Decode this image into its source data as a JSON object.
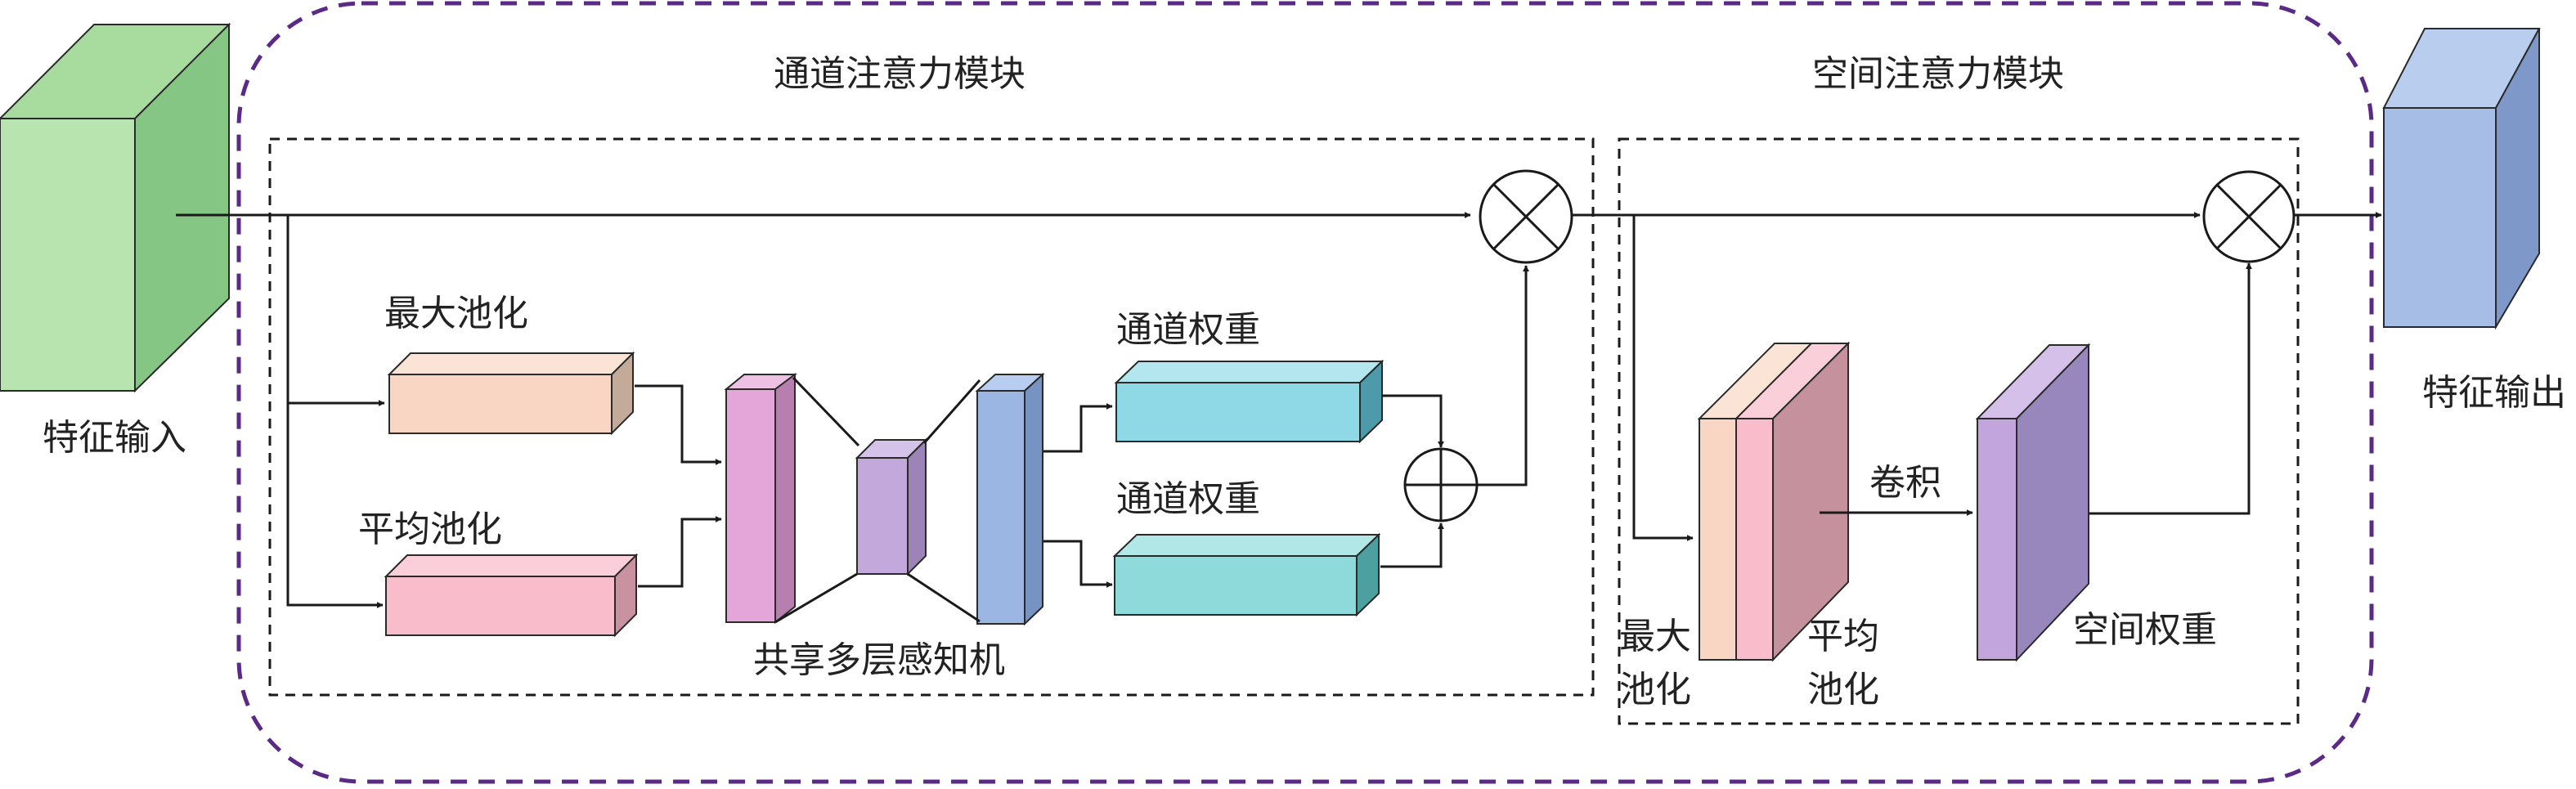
{
  "input_label": "特征输入",
  "output_label": "特征输出",
  "channel_module": {
    "title": "通道注意力模块",
    "max_pool_label": "最大池化",
    "avg_pool_label": "平均池化",
    "mlp_label": "共享多层感知机",
    "weight_label_top": "通道权重",
    "weight_label_bottom": "通道权重"
  },
  "spatial_module": {
    "title": "空间注意力模块",
    "max_pool_line1": "最大",
    "max_pool_line2": "池化",
    "avg_pool_line1": "平均",
    "avg_pool_line2": "池化",
    "conv_label": "卷积",
    "weight_label": "空间权重"
  },
  "colors": {
    "input_green": "#b8e4b0",
    "output_blue": "#a6bde6",
    "max_pool": "#f9d6c4",
    "avg_pool": "#f8bccb",
    "mlp_outer": "#e4a6d8",
    "mlp_inner": "#c3a8dc",
    "mlp_right": "#9bb6e2",
    "channel_weight": "#8fd8e6",
    "spatial_stack": "#c5919d",
    "spatial_weight": "#c2a5dc",
    "outer_border": "#5b2a86"
  }
}
